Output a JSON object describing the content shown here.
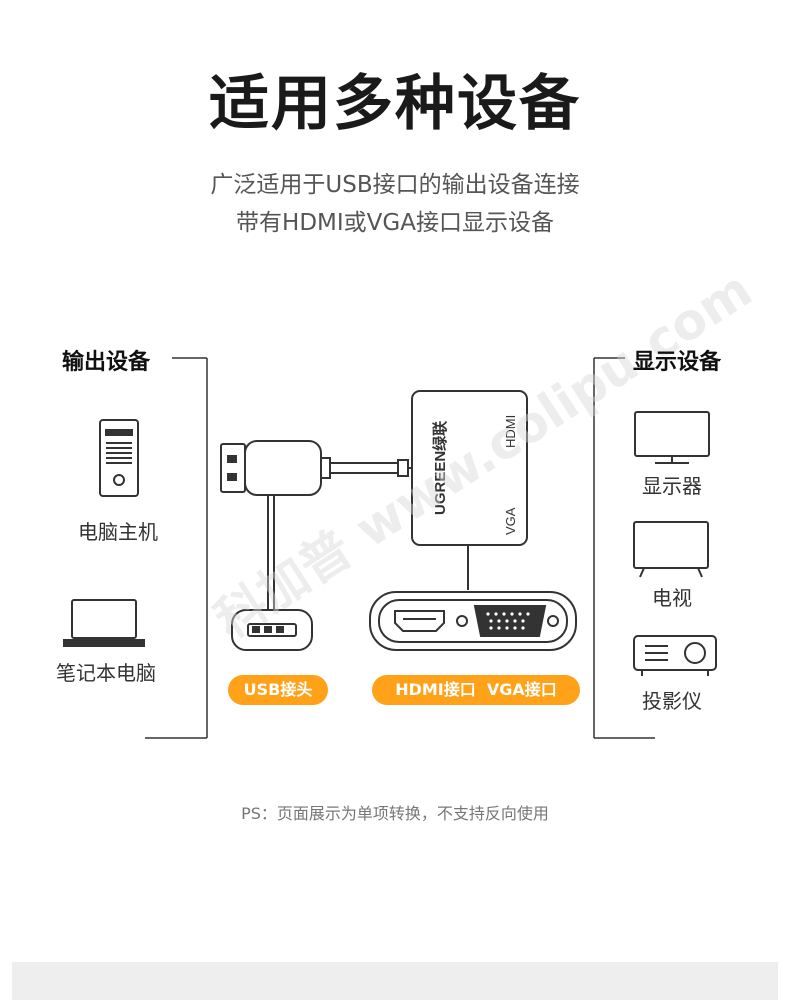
{
  "title": "适用多种设备",
  "subtitle_lines": [
    "广泛适用于USB接口的输出设备连接",
    "带有HDMI或VGA接口显示设备"
  ],
  "left_panel": {
    "header": "输出设备",
    "items": [
      "电脑主机",
      "笔记本电脑"
    ]
  },
  "right_panel": {
    "header": "显示设备",
    "items": [
      "显示器",
      "电视",
      "投影仪"
    ]
  },
  "adapter": {
    "brand": "UGREEN绿联",
    "port_labels": [
      "HDMI",
      "VGA"
    ]
  },
  "tags": {
    "usb": "USB接头",
    "hdmi_vga": "HDMI接口  VGA接口"
  },
  "watermark": "科加普 www.colipu.com",
  "footnote": "PS：页面展示为单项转换，不支持反向使用",
  "colors": {
    "accent": "#ffa21a",
    "line": "#333333"
  }
}
